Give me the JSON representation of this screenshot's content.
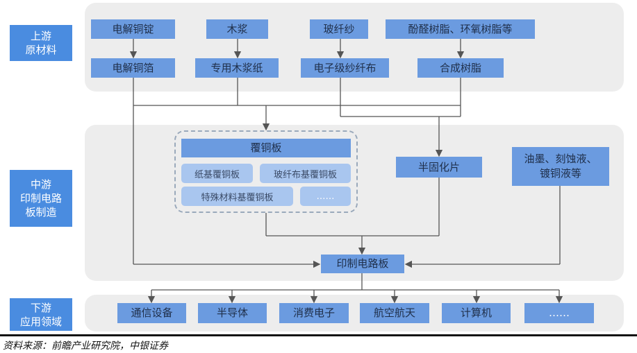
{
  "stages": {
    "upstream": "上游\n原材料",
    "midstream": "中游\n印制电路\n板制造",
    "downstream": "下游\n应用领域"
  },
  "upstream": {
    "raw": [
      "电解铜锭",
      "木浆",
      "玻纤纱",
      "酚醛树脂、环氧树脂等"
    ],
    "processed": [
      "电解铜箔",
      "专用木浆纸",
      "电子级纱纤布",
      "合成树脂"
    ]
  },
  "midstream": {
    "ccl_title": "覆铜板",
    "ccl_types": [
      "纸基覆铜板",
      "玻纤布基覆铜板",
      "特殊材料基覆铜板",
      "……"
    ],
    "prepreg": "半固化片",
    "chemicals": "油墨、刻蚀液、\n镀铜液等",
    "pcb": "印制电路板"
  },
  "downstream": [
    "通信设备",
    "半导体",
    "消费电子",
    "航空航天",
    "计算机",
    "……"
  ],
  "source": "资料来源：前瞻产业研究院，中银证券",
  "colors": {
    "stage": "#4a8ce0",
    "box": "#6b9be0",
    "sub": "#a9c6ef",
    "panel": "#ededed"
  }
}
